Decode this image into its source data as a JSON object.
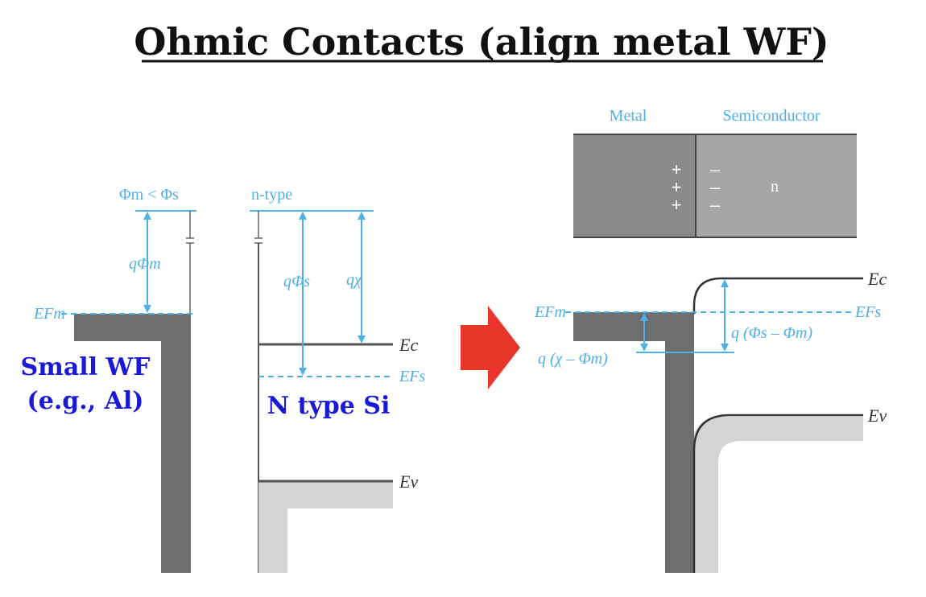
{
  "title": "Ohmic Contacts (align metal WF)",
  "left_diagram": {
    "metal_condition": "Φm < Φs",
    "semiconductor_type": "n-type",
    "metal_wf_label": "qΦm",
    "semi_wf_label": "qΦs",
    "affinity_label": "qχ",
    "efm_label": "EFm",
    "ec_label": "Ec",
    "efs_label": "EFs",
    "ev_label": "Ev",
    "metal_callout_line1": "Small WF",
    "metal_callout_line2": "(e.g., Al)",
    "semi_callout": "N type Si"
  },
  "right_diagram": {
    "metal_header": "Metal",
    "semi_header": "Semiconductor",
    "plus_signs": [
      "+",
      "+",
      "+"
    ],
    "minus_signs": [
      "–",
      "–",
      "–"
    ],
    "n_label": "n",
    "efm_label": "EFm",
    "efs_label": "EFs",
    "ec_label": "Ec",
    "ev_label": "Ev",
    "band_bend_label": "q (Φs – Φm)",
    "barrier_label": "q (χ – Φm)"
  },
  "colors": {
    "accent_blue": "#4fb0e6",
    "callout_blue": "#1a1ad6",
    "arrow_red": "#e8372a",
    "metal_gray": "#6e6e6e",
    "valence_gray": "#d4d4d4"
  }
}
